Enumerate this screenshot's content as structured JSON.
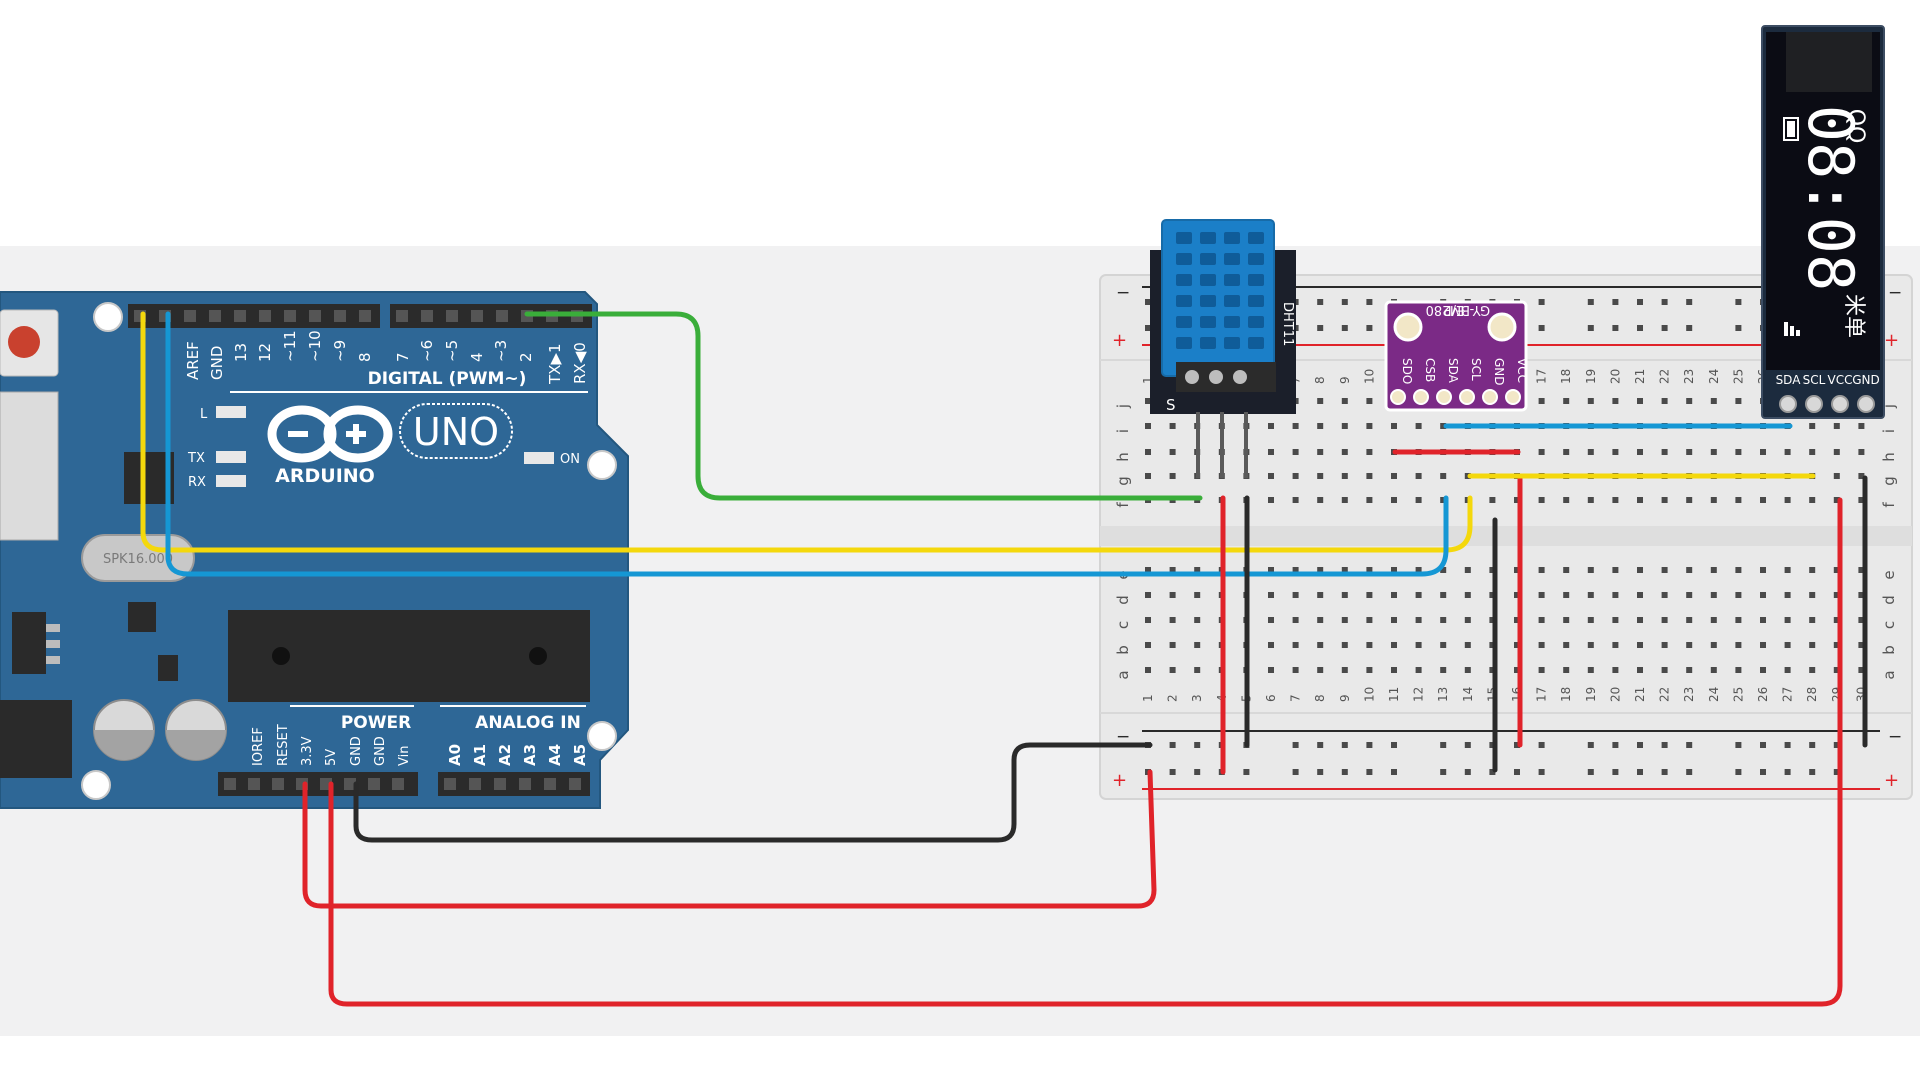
{
  "colors": {
    "canvas": "#f1f1f2",
    "arduino_board": "#2e6796",
    "breadboard": "#e9e9e9",
    "wire_green": "#3aae3a",
    "wire_yellow": "#f4d80c",
    "wire_blue": "#1597d4",
    "wire_black": "#2a2a2a",
    "wire_red": "#e0232a",
    "sensor_blue": "#1b7fc8",
    "bme_purple": "#7b2a86",
    "oled_screen": "#0b0c14"
  },
  "arduino": {
    "aref": "AREF",
    "gnd_top": "GND",
    "digital_pins": [
      "13",
      "12",
      "~11",
      "~10",
      "~9",
      "8",
      "7",
      "~6",
      "~5",
      "4",
      "~3",
      "2",
      "TX▶1",
      "RX◀0"
    ],
    "digital_label": "DIGITAL (PWM~)",
    "led_l": "L",
    "led_tx": "TX",
    "led_rx": "RX",
    "logo_text": "ARDUINO",
    "uno_text": "UNO",
    "on_label": "ON",
    "crystal_text": "SPK16.000",
    "power_label": "POWER",
    "analog_label": "ANALOG IN",
    "power_pins": [
      "IOREF",
      "RESET",
      "3.3V",
      "5V",
      "GND",
      "GND",
      "Vin"
    ],
    "analog_pins": [
      "A0",
      "A1",
      "A2",
      "A3",
      "A4",
      "A5"
    ]
  },
  "breadboard": {
    "row_letters_top": [
      "j",
      "i",
      "h",
      "g",
      "f"
    ],
    "row_letters_bottom": [
      "e",
      "d",
      "c",
      "b",
      "a"
    ],
    "columns": [
      "1",
      "2",
      "3",
      "4",
      "5",
      "6",
      "7",
      "8",
      "9",
      "10",
      "11",
      "12",
      "13",
      "14",
      "15",
      "16",
      "17",
      "18",
      "19",
      "20",
      "21",
      "22",
      "23",
      "24",
      "25",
      "26",
      "27",
      "28",
      "29",
      "30"
    ],
    "minus": "−",
    "plus": "+"
  },
  "dht11": {
    "pin_label": "S",
    "side_label": "DHT11"
  },
  "bme280": {
    "title_lines": [
      "GY-BM",
      "E/P",
      "280"
    ],
    "pins": [
      "SDO",
      "CSB",
      "SDA",
      "SCL",
      "GND",
      "VCC"
    ]
  },
  "oled": {
    "time": "08:08",
    "glyph_a": "QQ",
    "glyph_b": "米单",
    "pins": [
      "GND",
      "VCC",
      "SCL",
      "SDA"
    ]
  }
}
